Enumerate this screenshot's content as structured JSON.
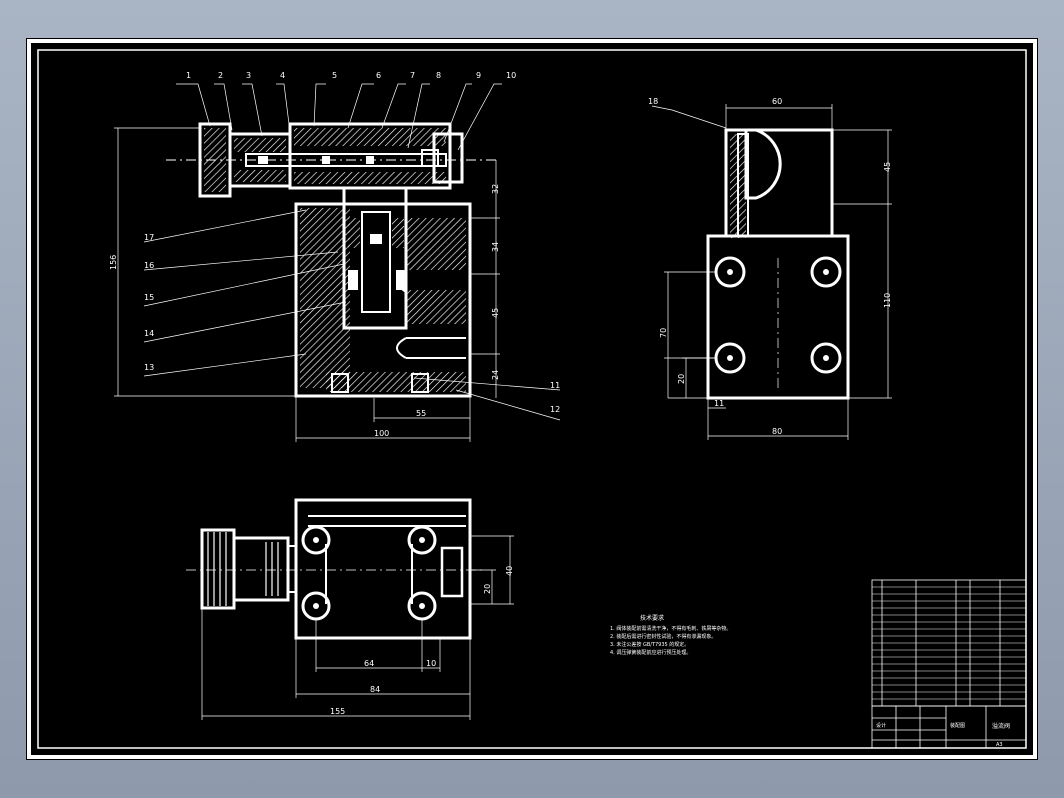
{
  "colors": {
    "background": "#000000",
    "lines": "#ffffff",
    "frame_outer": "#a9b4c4"
  },
  "balloons_main": [
    "1",
    "2",
    "3",
    "4",
    "5",
    "6",
    "7",
    "8",
    "9",
    "10"
  ],
  "balloons_left": [
    "17",
    "16",
    "15",
    "14",
    "13"
  ],
  "balloons_right": [
    "11",
    "12"
  ],
  "balloon_side": "18",
  "dims": {
    "d32": "32",
    "d34": "34",
    "d45": "45",
    "d24": "24",
    "d55": "55",
    "d100": "100",
    "d156": "156",
    "d60": "60",
    "d45b": "45",
    "d110": "110",
    "d70": "70",
    "d20": "20",
    "d11": "11",
    "d80": "80",
    "d40": "40",
    "d20b": "20",
    "d64": "64",
    "d10": "10",
    "d84": "84",
    "d155": "155"
  },
  "notes": {
    "title": "技术要求",
    "lines": [
      "1. 阀体装配前需清洗干净，不得有毛刺、铁屑等杂物。",
      "2. 装配后需进行密封性试验，不得有渗漏现象。",
      "3. 未注公差按 GB/T7935 的规定。",
      "4. 调压弹簧装配前应进行预压处理。"
    ]
  },
  "title_block": {
    "drawing_name": "溢流阀",
    "scale": "A3",
    "designer_label": "设计",
    "company": "装配图"
  }
}
